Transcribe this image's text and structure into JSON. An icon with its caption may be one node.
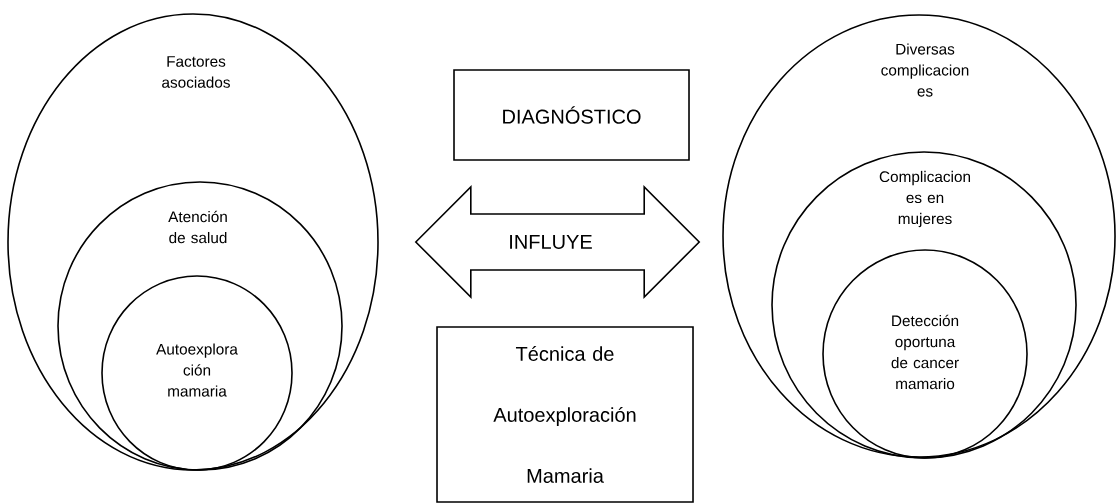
{
  "diagram": {
    "nodes": [
      {
        "text": [
          "Factores asociados"
        ]
      },
      {
        "text": [
          "Atención de salud"
        ],
        "in": 0
      },
      {
        "text": [
          "Autoexplora ción mamaria"
        ],
        "in": 1
      },
      {
        "text": [
          "DIAGNÓSTICO"
        ]
      },
      {
        "text": [
          "Técnica de Autoexploración Mamaria"
        ]
      },
      {
        "text": [
          "Diversas complicacion es"
        ]
      },
      {
        "text": [
          "Complicacion es en mujeres"
        ],
        "in": 5
      },
      {
        "text": [
          "Detección oportuna de cancer mamario"
        ],
        "in": 6
      }
    ],
    "edges": [
      {
        "from": 0,
        "to": 5,
        "arrow": "both",
        "label": "INFLUYE"
      }
    ]
  }
}
